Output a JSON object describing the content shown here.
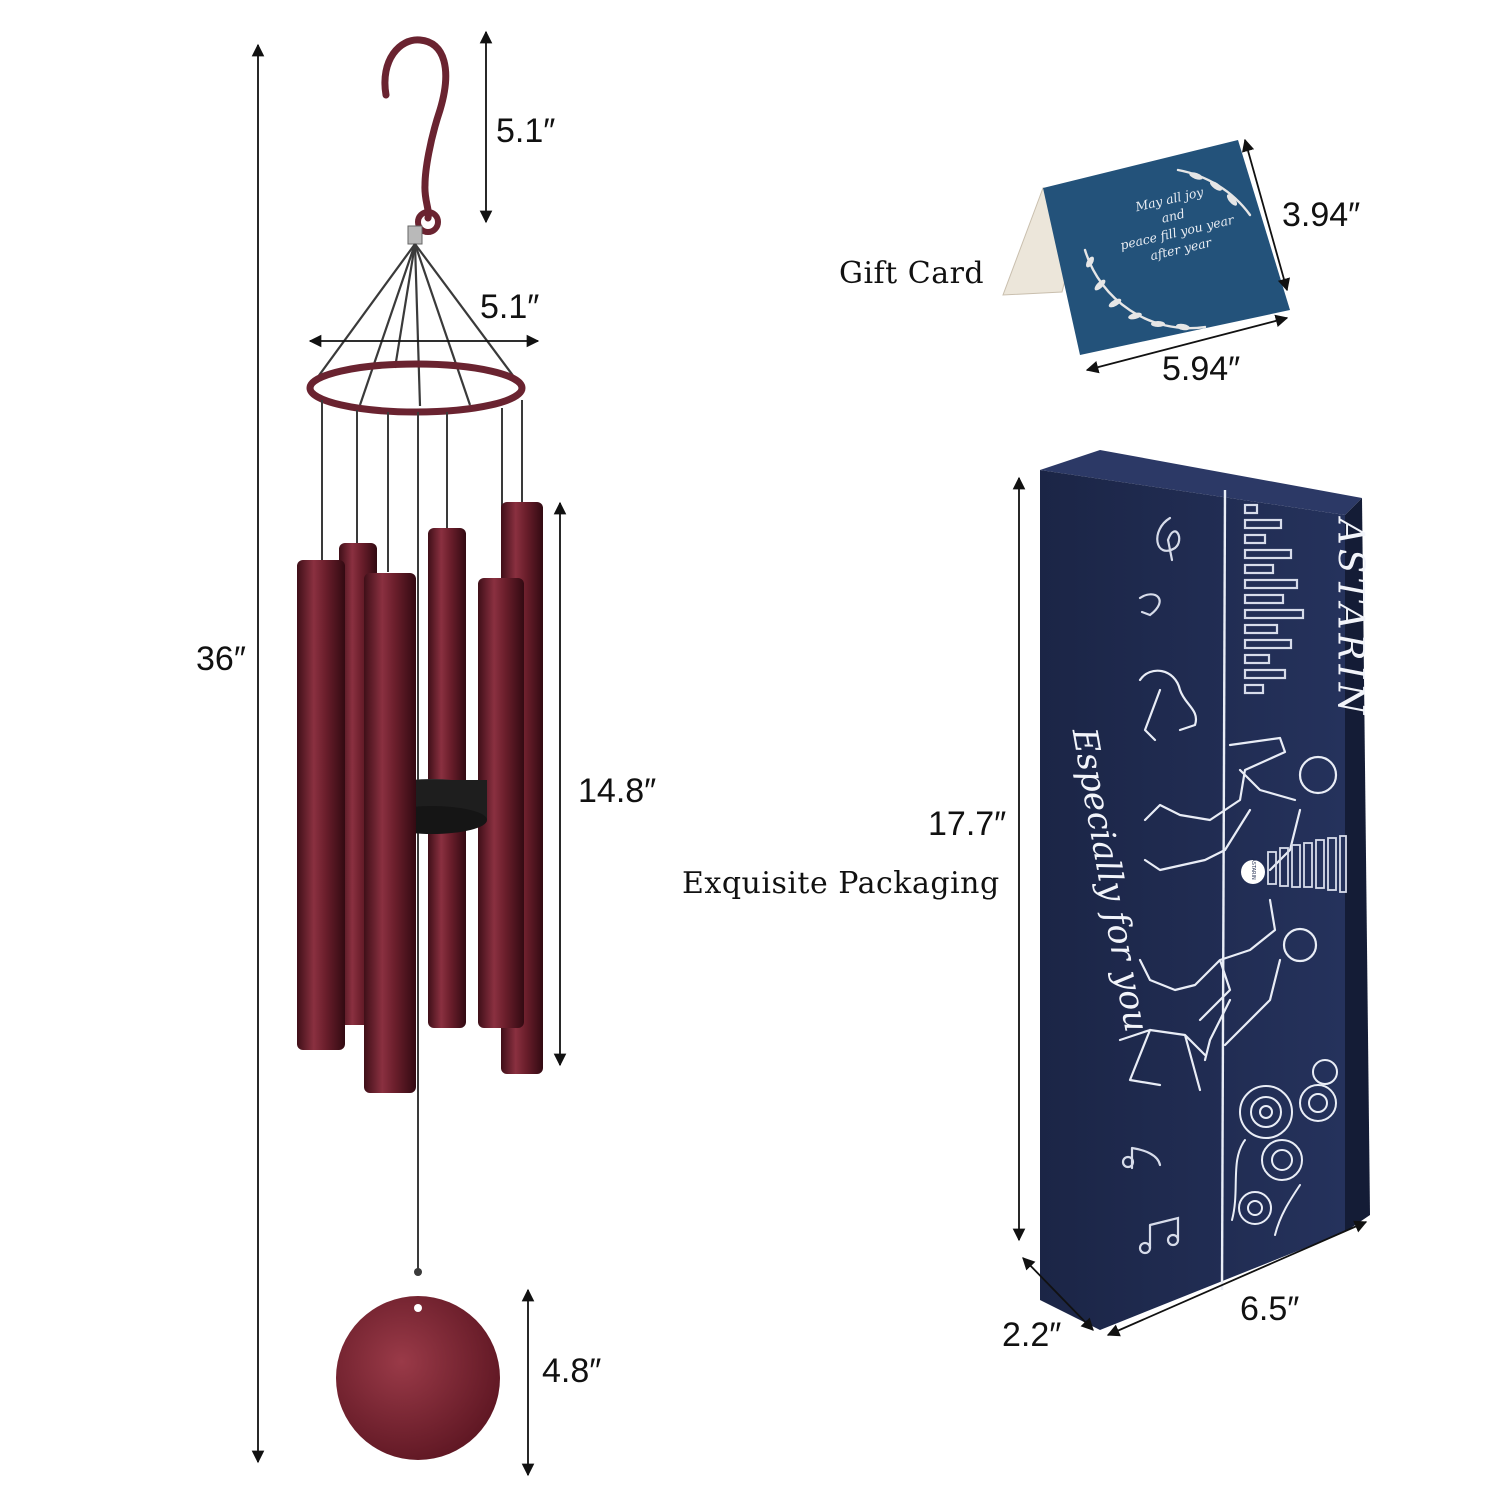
{
  "dimensions": {
    "total_length": "36″",
    "hook_height": "5.1″",
    "ring_diameter": "5.1″",
    "tube_length": "14.8″",
    "sail_height": "4.8″",
    "card_height": "3.94″",
    "card_width": "5.94″",
    "box_height": "17.7″",
    "box_depth": "2.2″",
    "box_width": "6.5″"
  },
  "labels": {
    "gift_card": "Gift Card",
    "packaging": "Exquisite Packaging"
  },
  "gift_card": {
    "line1": "May all joy",
    "line2": "and",
    "line3": "peace fill you year",
    "line4": "after year"
  },
  "box": {
    "brand": "ASTARIN",
    "slogan": "Especially for you",
    "seal": "ASTARIN"
  },
  "colors": {
    "chime_tube": "#6e1f2c",
    "box_navy": "#1f2b4f",
    "card_blue": "#23527a"
  }
}
